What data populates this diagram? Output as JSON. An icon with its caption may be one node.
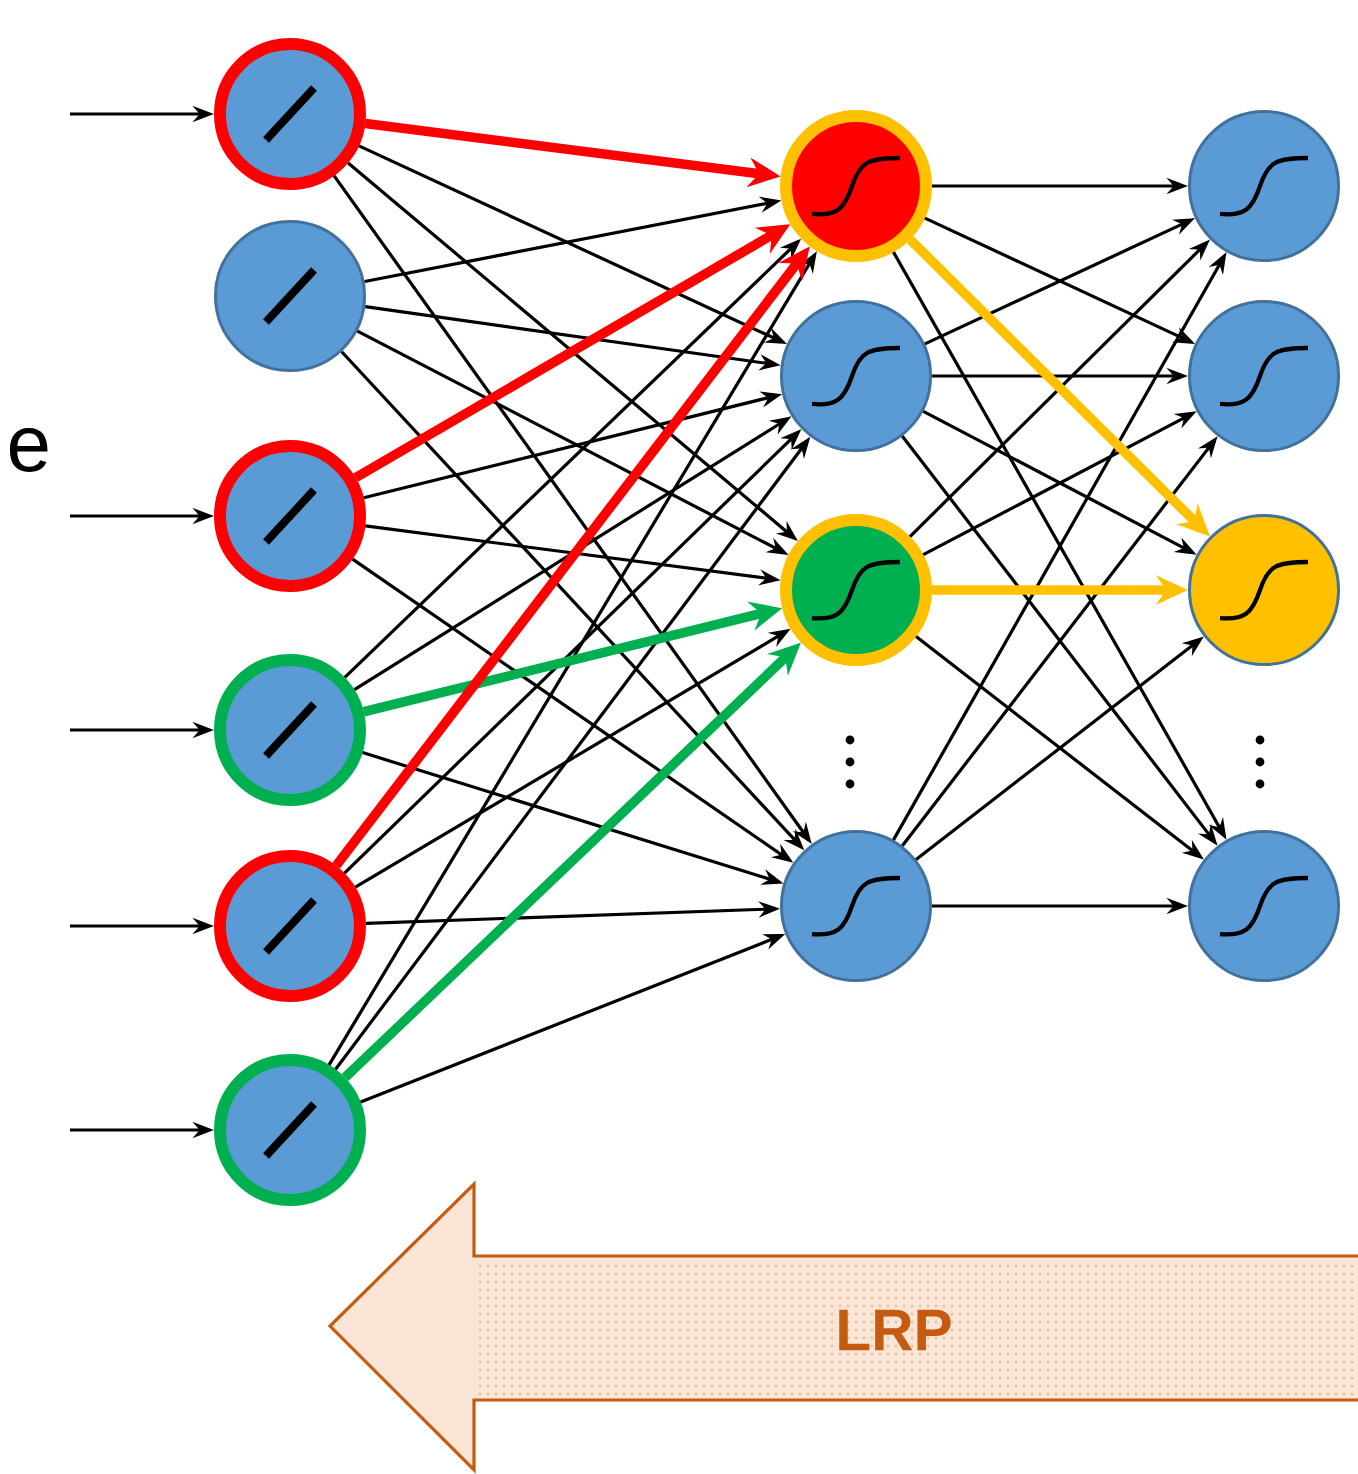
{
  "diagram": {
    "nodes": [
      {
        "text": [],
        "shape": "circle"
      },
      {
        "text": [],
        "shape": "circle"
      },
      {
        "text": [],
        "shape": "circle"
      },
      {
        "text": [],
        "shape": "circle"
      },
      {
        "text": [],
        "shape": "circle"
      },
      {
        "text": [],
        "shape": "circle"
      },
      {
        "text": [],
        "shape": "circle"
      },
      {
        "text": [],
        "shape": "circle"
      },
      {
        "text": [],
        "shape": "circle"
      },
      {
        "text": [],
        "shape": "circle"
      },
      {
        "text": [],
        "shape": "circle"
      },
      {
        "text": [],
        "shape": "circle"
      },
      {
        "text": [],
        "shape": "circle"
      },
      {
        "text": [],
        "shape": "circle"
      },
      {
        "text": [
          "LRP"
        ]
      }
    ],
    "edges": [
      {
        "from": null,
        "to": 0,
        "arrow": "to"
      },
      {
        "from": null,
        "to": 2,
        "arrow": "to"
      },
      {
        "from": null,
        "to": 3,
        "arrow": "to"
      },
      {
        "from": null,
        "to": 4,
        "arrow": "to"
      },
      {
        "from": null,
        "to": 5,
        "arrow": "to"
      },
      {
        "from": 0,
        "to": 6,
        "arrow": "to",
        "style": "thick",
        "color": "#ff0000"
      },
      {
        "from": 0,
        "to": 7,
        "arrow": "to"
      },
      {
        "from": 0,
        "to": 8,
        "arrow": "to"
      },
      {
        "from": 0,
        "to": 9,
        "arrow": "to"
      },
      {
        "from": 1,
        "to": 6,
        "arrow": "to"
      },
      {
        "from": 1,
        "to": 7,
        "arrow": "to"
      },
      {
        "from": 1,
        "to": 8,
        "arrow": "to"
      },
      {
        "from": 1,
        "to": 9,
        "arrow": "to"
      },
      {
        "from": 2,
        "to": 6,
        "arrow": "to",
        "style": "thick",
        "color": "#ff0000"
      },
      {
        "from": 2,
        "to": 7,
        "arrow": "to"
      },
      {
        "from": 2,
        "to": 8,
        "arrow": "to"
      },
      {
        "from": 2,
        "to": 9,
        "arrow": "to"
      },
      {
        "from": 3,
        "to": 6,
        "arrow": "to"
      },
      {
        "from": 3,
        "to": 7,
        "arrow": "to"
      },
      {
        "from": 3,
        "to": 8,
        "arrow": "to",
        "style": "thick",
        "color": "#00b050"
      },
      {
        "from": 3,
        "to": 9,
        "arrow": "to"
      },
      {
        "from": 4,
        "to": 6,
        "arrow": "to",
        "style": "thick",
        "color": "#ff0000"
      },
      {
        "from": 4,
        "to": 7,
        "arrow": "to"
      },
      {
        "from": 4,
        "to": 8,
        "arrow": "to"
      },
      {
        "from": 4,
        "to": 9,
        "arrow": "to"
      },
      {
        "from": 5,
        "to": 6,
        "arrow": "to"
      },
      {
        "from": 5,
        "to": 7,
        "arrow": "to"
      },
      {
        "from": 5,
        "to": 8,
        "arrow": "to",
        "style": "thick",
        "color": "#00b050"
      },
      {
        "from": 5,
        "to": 9,
        "arrow": "to"
      },
      {
        "from": 6,
        "to": 10,
        "arrow": "to"
      },
      {
        "from": 6,
        "to": 11,
        "arrow": "to"
      },
      {
        "from": 6,
        "to": 12,
        "arrow": "to",
        "style": "thick",
        "color": "#ffc000"
      },
      {
        "from": 6,
        "to": 13,
        "arrow": "to"
      },
      {
        "from": 7,
        "to": 10,
        "arrow": "to"
      },
      {
        "from": 7,
        "to": 11,
        "arrow": "to"
      },
      {
        "from": 7,
        "to": 12,
        "arrow": "to"
      },
      {
        "from": 7,
        "to": 13,
        "arrow": "to"
      },
      {
        "from": 8,
        "to": 10,
        "arrow": "to"
      },
      {
        "from": 8,
        "to": 11,
        "arrow": "to"
      },
      {
        "from": 8,
        "to": 12,
        "arrow": "to",
        "style": "thick",
        "color": "#ffc000"
      },
      {
        "from": 8,
        "to": 13,
        "arrow": "to"
      },
      {
        "from": 9,
        "to": 10,
        "arrow": "to"
      },
      {
        "from": 9,
        "to": 11,
        "arrow": "to"
      },
      {
        "from": 9,
        "to": 12,
        "arrow": "to"
      },
      {
        "from": 9,
        "to": 13,
        "arrow": "to"
      }
    ],
    "labels": [
      "e"
    ]
  }
}
